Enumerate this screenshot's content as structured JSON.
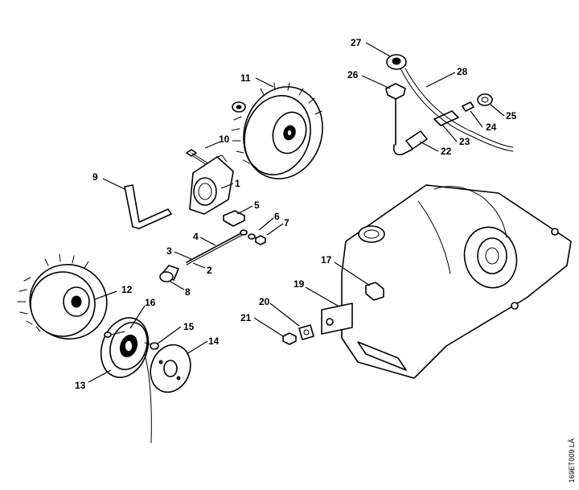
{
  "callouts": [
    {
      "num": "1"
    },
    {
      "num": "2"
    },
    {
      "num": "3"
    },
    {
      "num": "4"
    },
    {
      "num": "5"
    },
    {
      "num": "6"
    },
    {
      "num": "7"
    },
    {
      "num": "8"
    },
    {
      "num": "9"
    },
    {
      "num": "10"
    },
    {
      "num": "11"
    },
    {
      "num": "12"
    },
    {
      "num": "13"
    },
    {
      "num": "14"
    },
    {
      "num": "15"
    },
    {
      "num": "16"
    },
    {
      "num": "17"
    },
    {
      "num": "19"
    },
    {
      "num": "20"
    },
    {
      "num": "21"
    },
    {
      "num": "22"
    },
    {
      "num": "23"
    },
    {
      "num": "24"
    },
    {
      "num": "25"
    },
    {
      "num": "26"
    },
    {
      "num": "27"
    },
    {
      "num": "28"
    }
  ],
  "drawing_code": "169ET009 LÄ"
}
